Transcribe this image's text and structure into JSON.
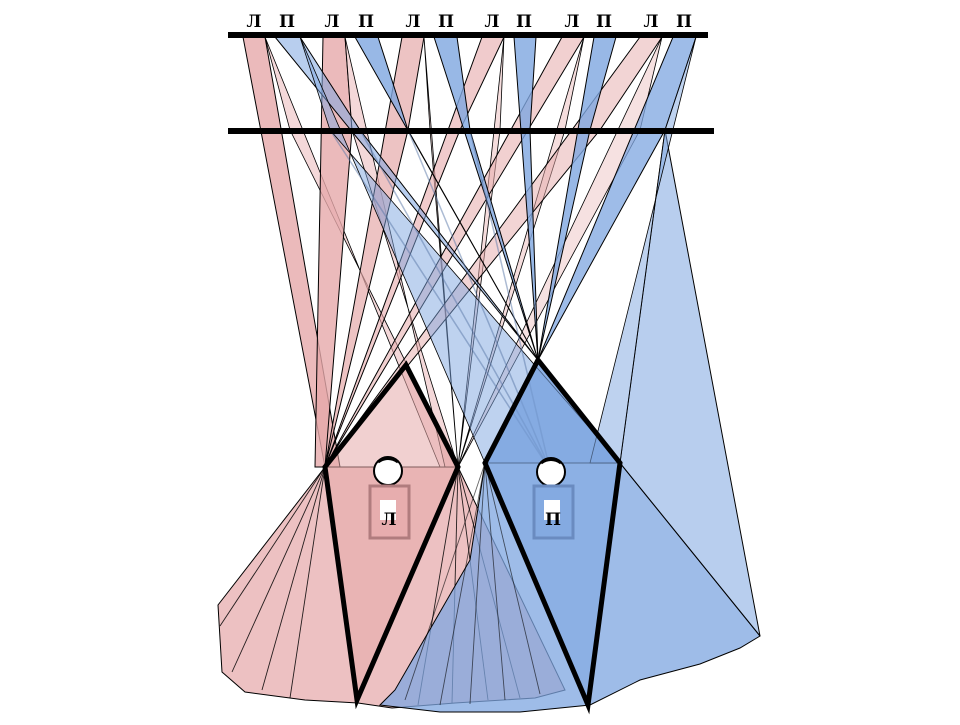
{
  "diagram": {
    "top_labels": [
      "Л",
      "П",
      "Л",
      "П",
      "Л",
      "П",
      "Л",
      "П",
      "Л",
      "П",
      "Л",
      "П"
    ],
    "left_viewer": {
      "label": "Л"
    },
    "right_viewer": {
      "label": "П"
    },
    "colors": {
      "left_zone": "#e6a9aa",
      "right_zone": "#7ea6e0",
      "outline": "#000000",
      "badge_left_stroke": "#b07c7e",
      "badge_right_stroke": "#6a8bc0"
    }
  }
}
